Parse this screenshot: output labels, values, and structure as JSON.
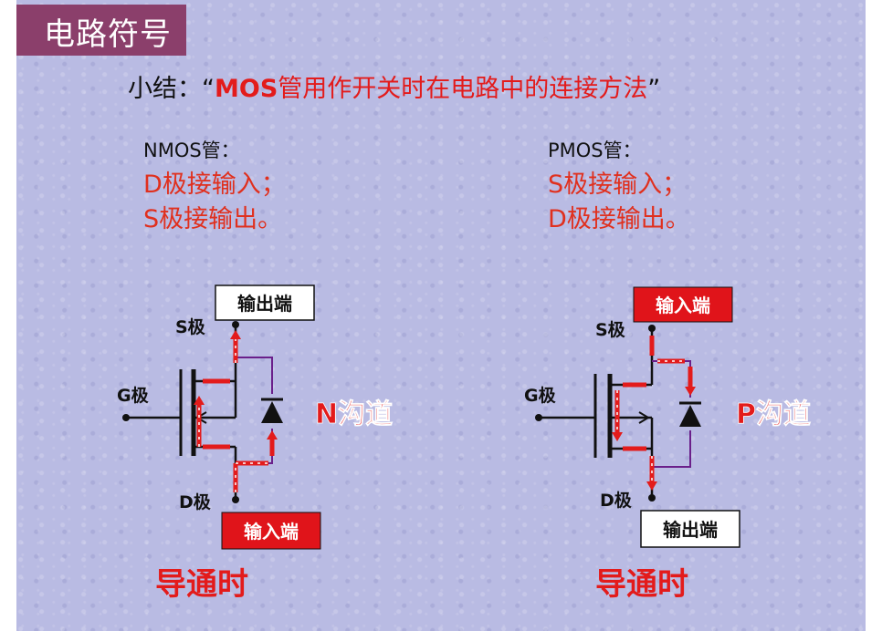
{
  "title": "电路符号",
  "summary": {
    "prefix": "小结：“",
    "highlight": "MOS",
    "rest": "管用作开关时在电路中的连接方法",
    "suffix": "”"
  },
  "nmos": {
    "heading": "NMOS管：",
    "line1": "D极接输入；",
    "line2": "S极接输出。"
  },
  "pmos": {
    "heading": "PMOS管：",
    "line1": "S极接输入；",
    "line2": "D极接输出。"
  },
  "left_diagram": {
    "s_label": "S极",
    "g_label": "G极",
    "d_label": "D极",
    "top_box": "输出端",
    "bottom_box": "输入端",
    "channel": "N沟道",
    "footer": "导通时"
  },
  "right_diagram": {
    "s_label": "S极",
    "g_label": "G极",
    "d_label": "D极",
    "top_box": "输入端",
    "bottom_box": "输出端",
    "channel": "P沟道",
    "footer": "导通时"
  },
  "colors": {
    "title_bg": "#8b3f6b",
    "accent_red": "#e31b1b",
    "wire_purple": "#6a1f8a",
    "box_red": "#e0141a"
  }
}
